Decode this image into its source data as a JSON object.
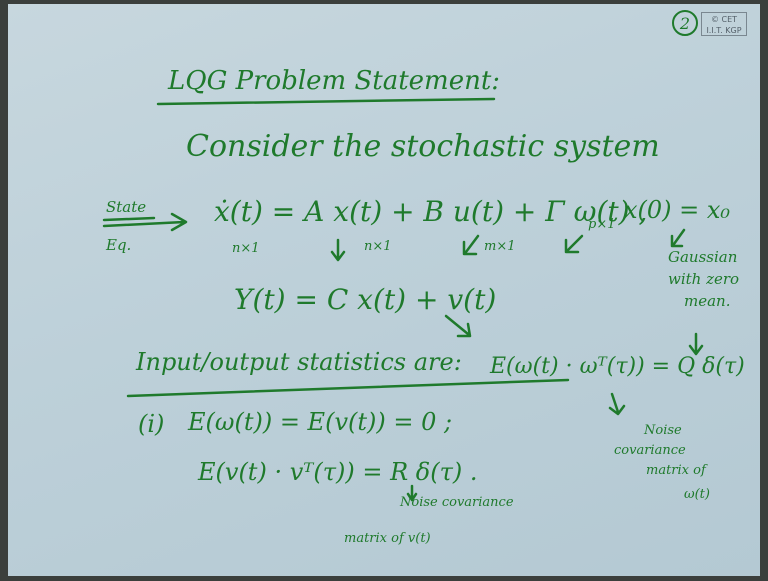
{
  "page_number": "2",
  "stamp": {
    "line1": "© CET",
    "line2": "I.I.T. KGP"
  },
  "title": "LQG Problem Statement:",
  "intro": "Consider the stochastic system",
  "state_label": {
    "line1": "State",
    "line2": "Eq."
  },
  "state_equation": "ẋ(t) = A x(t) + B u(t) + Γ ω(t) ,",
  "initial_condition": "x(0) = x₀",
  "dims": {
    "x_dot": "n×1",
    "x": "n×1",
    "u": "m×1",
    "w": "p×1"
  },
  "gaussian_note": [
    "Gaussian",
    "with zero",
    "mean."
  ],
  "output_equation": "Y(t) = C x(t) + v(t)",
  "statistics_heading": "Input/output statistics are:",
  "item_number": "(i)",
  "mean_equation": "E(ω(t)) = E(v(t)) = 0 ;",
  "w_covariance_equation": "E(ω(t) · ωᵀ(τ)) = Q δ(τ)",
  "v_covariance_equation": "E(v(t) · vᵀ(τ)) = R δ(τ) .",
  "q_note": [
    "Noise",
    "covariance",
    "matrix of",
    "ω(t)"
  ],
  "r_note": [
    "Noise covariance",
    "matrix of v(t)"
  ]
}
